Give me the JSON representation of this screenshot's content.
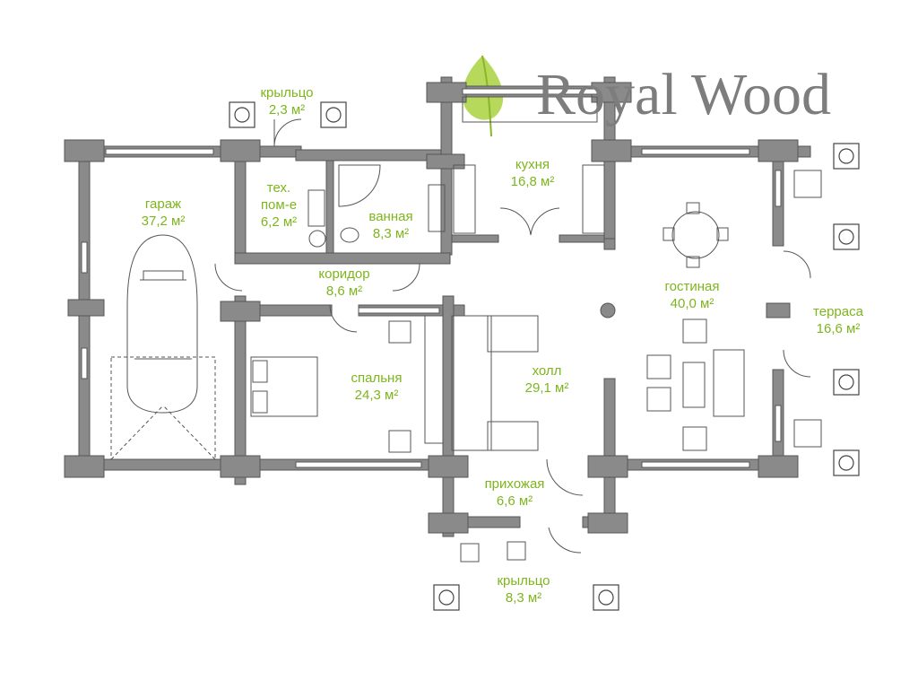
{
  "brand": {
    "name": "Royal Wood",
    "leaf_color": "#9cc832",
    "text_color": "#7d7d7d"
  },
  "colors": {
    "wall": "#8a8a8a",
    "wall_dark": "#6f6f6f",
    "label": "#7db51e"
  },
  "rooms": [
    {
      "id": "porch_top",
      "name": "крыльцо",
      "area": "2,3 м²"
    },
    {
      "id": "garage",
      "name": "гараж",
      "area": "37,2 м²"
    },
    {
      "id": "tech",
      "name": "тех.",
      "name2": "пом-е",
      "area": "6,2 м²"
    },
    {
      "id": "bath",
      "name": "ванная",
      "area": "8,3 м²"
    },
    {
      "id": "kitchen",
      "name": "кухня",
      "area": "16,8 м²"
    },
    {
      "id": "living",
      "name": "гостиная",
      "area": "40,0 м²"
    },
    {
      "id": "corridor",
      "name": "коридор",
      "area": "8,6 м²"
    },
    {
      "id": "terrace",
      "name": "терраса",
      "area": "16,6 м²"
    },
    {
      "id": "bedroom",
      "name": "спальня",
      "area": "24,3 м²"
    },
    {
      "id": "hall",
      "name": "холл",
      "area": "29,1 м²"
    },
    {
      "id": "entry",
      "name": "прихожая",
      "area": "6,6 м²"
    },
    {
      "id": "porch_bottom",
      "name": "крыльцо",
      "area": "8,3 м²"
    }
  ]
}
